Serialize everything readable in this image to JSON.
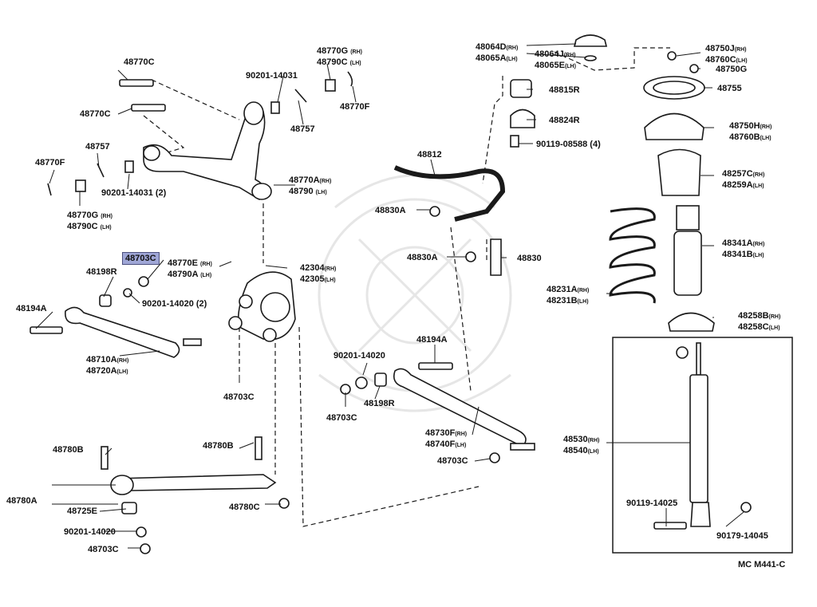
{
  "diagram_code": "MC M441-C",
  "highlighted_part": "48703C",
  "labels": {
    "l48770C_top": "48770C",
    "l48770C_mid": "48770C",
    "l90201_14031_top": "90201-14031",
    "l48770G_top": "48770G",
    "l48790C_top": "48790C",
    "l48770F_top": "48770F",
    "l48757_top": "48757",
    "l48757_left": "48757",
    "l48770F_left": "48770F",
    "l90201_14031_2": "90201-14031 (2)",
    "l48770G_left": "48770G",
    "l48790C_left": "48790C",
    "l48770A": "48770A",
    "l48790": "48790",
    "l48703C_hl": "48703C",
    "l48770E": "48770E",
    "l48790A": "48790A",
    "l42304": "42304",
    "l42305": "42305",
    "l48198R_left": "48198R",
    "l48194A_left": "48194A",
    "l90201_14020_2": "90201-14020 (2)",
    "l48710A": "48710A",
    "l48720A": "48720A",
    "l48703C_mid": "48703C",
    "l48780B_left": "48780B",
    "l48780B_mid": "48780B",
    "l48780A": "48780A",
    "l48725E": "48725E",
    "l48780C": "48780C",
    "l90201_14020_bl": "90201-14020",
    "l48703C_bl": "48703C",
    "l48064D": "48064D",
    "l48065A": "48065A",
    "l48064J": "48064J",
    "l48065E": "48065E",
    "l48750J": "48750J",
    "l48760C": "48760C",
    "l48750G": "48750G",
    "l48815R": "48815R",
    "l48755": "48755",
    "l48824R": "48824R",
    "l90119_08588": "90119-08588 (4)",
    "l48750H": "48750H",
    "l48760B": "48760B",
    "l48812": "48812",
    "l48257C": "48257C",
    "l48259A": "48259A",
    "l48830A_top": "48830A",
    "l48341A": "48341A",
    "l48341B": "48341B",
    "l48830A_mid": "48830A",
    "l48830": "48830",
    "l48231A": "48231A",
    "l48231B": "48231B",
    "l48258B": "48258B",
    "l48258C": "48258C",
    "l48194A_mid": "48194A",
    "l90201_14020_mid": "90201-14020",
    "l48703C_c": "48703C",
    "l48198R_c": "48198R",
    "l48730F": "48730F",
    "l48740F": "48740F",
    "l48703C_r": "48703C",
    "l48530": "48530",
    "l48540": "48540",
    "l90119_14025": "90119-14025",
    "l90179_14045": "90179-14045"
  },
  "side": {
    "rh": "(RH)",
    "lh": "(LH)"
  }
}
